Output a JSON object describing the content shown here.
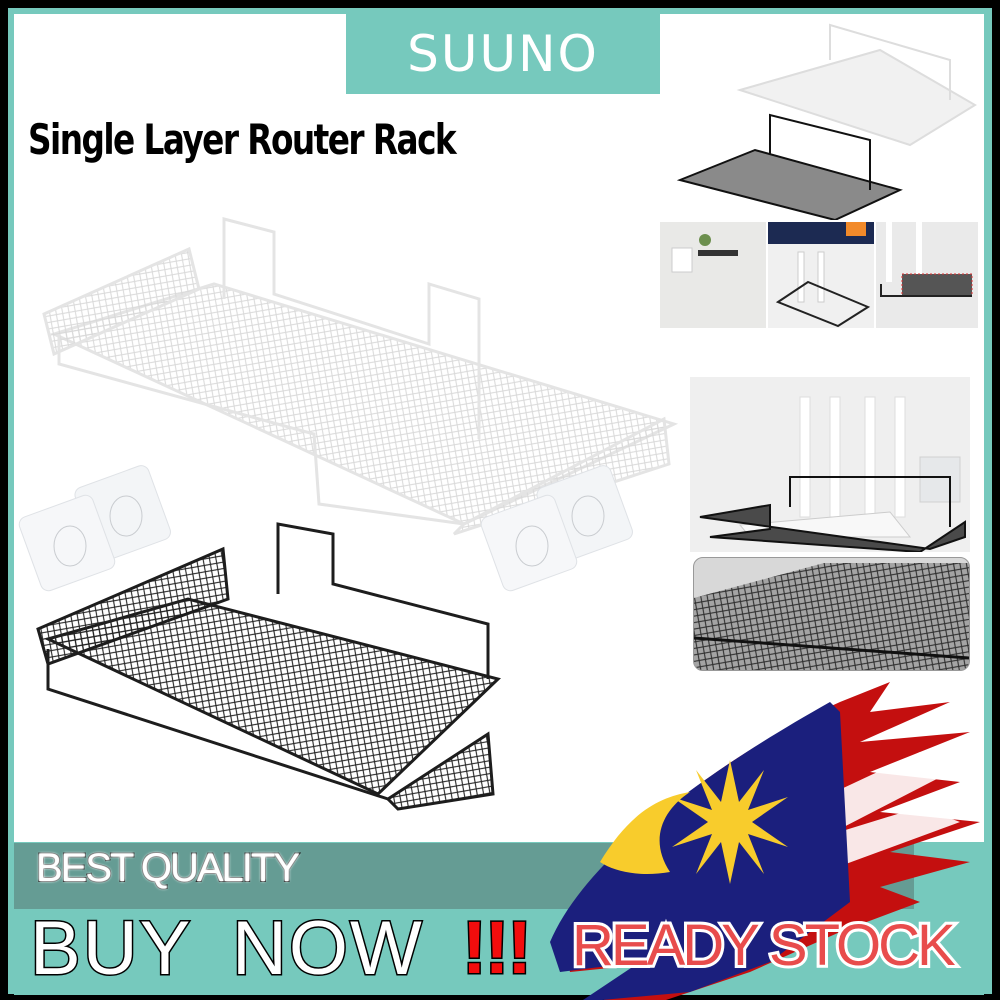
{
  "brand": {
    "name": "SUUNO",
    "box_color": "#76c9bd",
    "text_color": "#ffffff"
  },
  "product": {
    "title": "Single Layer Router Rack",
    "variants": [
      "white",
      "black"
    ],
    "accessories": "adhesive wall hooks (x2)"
  },
  "images": {
    "main_white_rack": "white wire-mesh router rack",
    "main_black_rack": "black wire-mesh router rack",
    "thumb_top_right": "white and black rack comparison",
    "thumb_usage_row": [
      "shelf with plant",
      "rack holding router under TV",
      "rack close-up with highlighted mesh"
    ],
    "thumb_router_on_rack": "router mounted on black rack with adhesive hooks",
    "thumb_mesh_closeup": "black mesh close-up"
  },
  "banner": {
    "best_quality": "BEST QUALITY",
    "buy_now": "BUY NOW",
    "exclamation": "!!!",
    "ready_stock": "READY STOCK"
  },
  "colors": {
    "frame_teal": "#76c9bd",
    "band_dark_teal": "#659c94",
    "exclamation_red": "#f20d0d",
    "ready_stock_red": "#e84c4c",
    "flag_blue": "#1b1f7d",
    "flag_red": "#c40f0f",
    "flag_yellow": "#f8cc2c"
  },
  "decor": {
    "flag": "Malaysia flag (Jalur Gemilang) brush-stroke"
  }
}
